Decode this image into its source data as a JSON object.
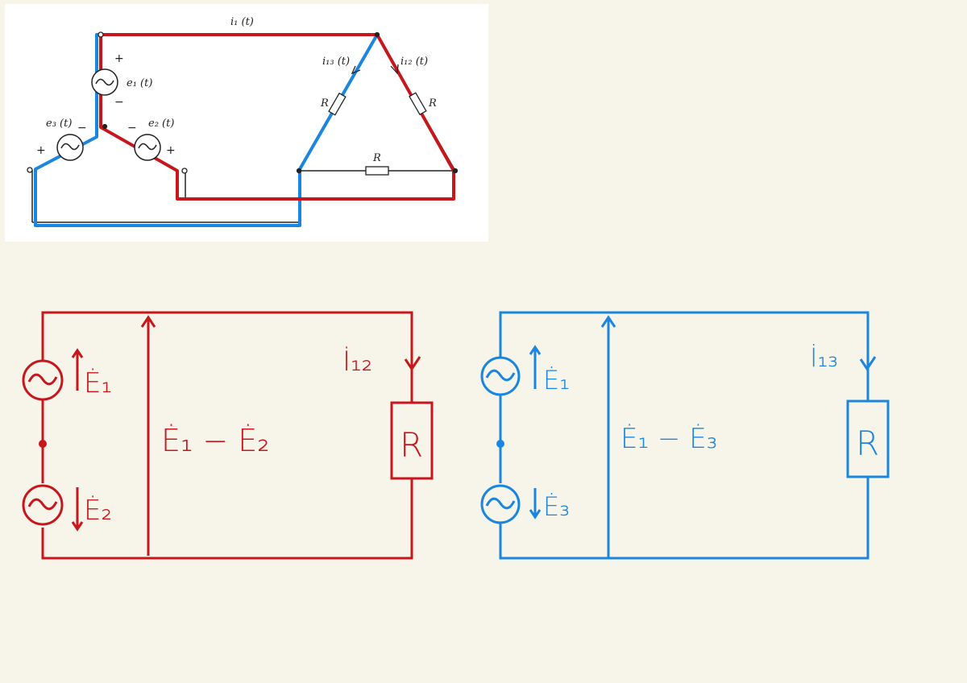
{
  "colors": {
    "red": "#c8161d",
    "blue": "#1a86e0",
    "background": "#f7f4e9"
  },
  "top_diagram": {
    "labels": {
      "i1": "i₁ (t)",
      "i13": "i₁₃ (t)",
      "i12": "i₁₂ (t)",
      "e1": "e₁ (t)",
      "e2": "e₂ (t)",
      "e3": "e₃ (t)",
      "r_left": "R",
      "r_right": "R",
      "r_bottom": "R",
      "plus": "+",
      "minus": "−"
    }
  },
  "red_circuit": {
    "e1": "Ė₁",
    "e2": "Ė₂",
    "voltage": "Ė₁ − Ė₂",
    "current": "İ₁₂",
    "resistor": "R"
  },
  "blue_circuit": {
    "e1": "Ė₁",
    "e3": "Ė₃",
    "voltage": "Ė₁ − Ė₃",
    "current": "İ₁₃",
    "resistor": "R"
  }
}
